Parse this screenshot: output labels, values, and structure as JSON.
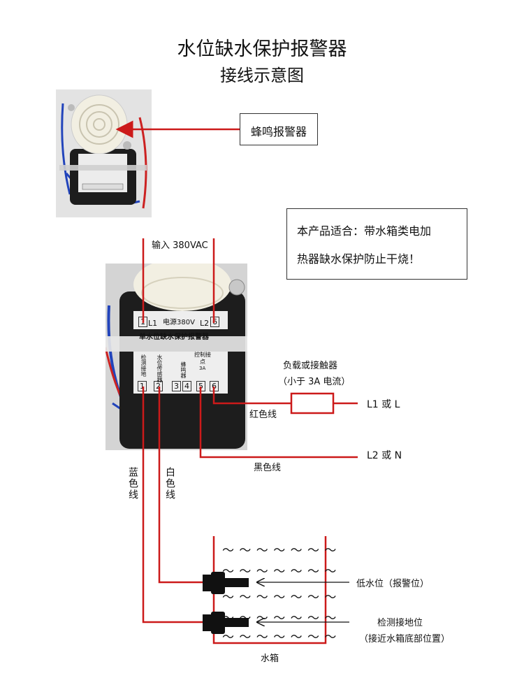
{
  "title": "水位缺水保护报警器",
  "subtitle": "接线示意图",
  "buzzer_label": "蜂鸣报警器",
  "note": {
    "line1": "本产品适合：带水箱类电加",
    "line2": "热器缺水保护防止干烧！"
  },
  "input_label": "输入 380VAC",
  "module": {
    "t1": "1",
    "l1": "L1",
    "power": "电源380V",
    "l2": "L2",
    "t6": "6",
    "name": "单水位缺水保护报警器",
    "col_detect": "检测接地",
    "col_sensor": "水位传感器",
    "col_buzzer": "蜂鸣器",
    "col_control": "控制接点",
    "col_3a": "3A",
    "terminals": [
      "1",
      "2",
      "3",
      "4",
      "5",
      "6"
    ]
  },
  "load_label": "负载或接触器",
  "load_sub": "（小于 3A 电流）",
  "red_wire": "红色线",
  "black_wire": "黑色线",
  "l1_or_l": "L1 或 L",
  "l2_or_n": "L2 或 N",
  "blue_wire": "蓝色线",
  "white_wire": "白色线",
  "low_level": "低水位（报警位）",
  "ground_level": "检测接地位",
  "ground_level_sub": "（接近水箱底部位置）",
  "tank": "水箱",
  "wave_row": "～ ～ ～ ～ ～ ～ ～",
  "colors": {
    "wire_red": "#cc1a1a",
    "module_body": "#1d1d1d",
    "buzzer_white": "#f2efe2"
  }
}
